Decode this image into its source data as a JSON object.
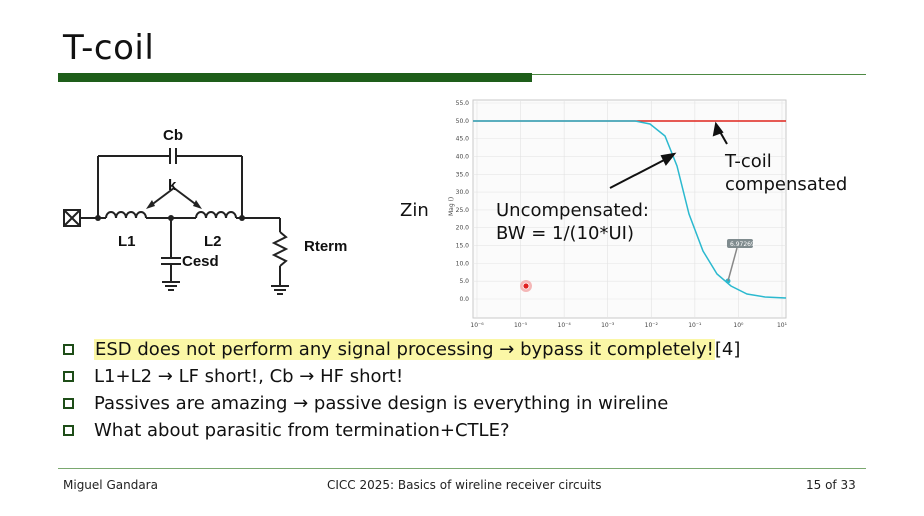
{
  "slide": {
    "title": "T-coil",
    "circuit": {
      "labels": {
        "cb": "Cb",
        "k": "k",
        "l1": "L1",
        "l2": "L2",
        "cesd": "Cesd",
        "rterm": "Rterm"
      }
    },
    "plot": {
      "y_axis_label": "Mag ()",
      "y_ticks": [
        "55.0",
        "50.0",
        "45.0",
        "40.0",
        "35.0",
        "30.0",
        "25.0",
        "20.0",
        "15.0",
        "10.0",
        "5.0",
        "0.0"
      ],
      "x_ticks": [
        "10⁻⁶",
        "10⁻⁵",
        "10⁻⁴",
        "10⁻³",
        "10⁻²",
        "10⁻¹",
        "10⁰",
        "10¹"
      ],
      "marker_label": "6.97269",
      "colors": {
        "compensated": "#e0241d",
        "uncompensated": "#2bb9cf"
      }
    },
    "annotations": {
      "zin": "Zin",
      "uncompensated": "Uncompensated:",
      "bandwidth": "BW = 1/(10*UI)",
      "tcoil": "T-coil",
      "compensated": "compensated"
    },
    "bullets": [
      {
        "text": "ESD does not perform any signal processing → bypass it completely!",
        "ref": " [4]"
      },
      {
        "text": "L1+L2 → LF short!, Cb → HF short!"
      },
      {
        "text": "Passives are amazing → passive design is everything in wireline"
      },
      {
        "text": "What about parasitic from termination+CTLE?"
      }
    ],
    "footer": {
      "author": "Miguel Gandara",
      "conference": "CICC 2025: Basics of wireline receiver circuits",
      "page": "15 of 33"
    }
  }
}
